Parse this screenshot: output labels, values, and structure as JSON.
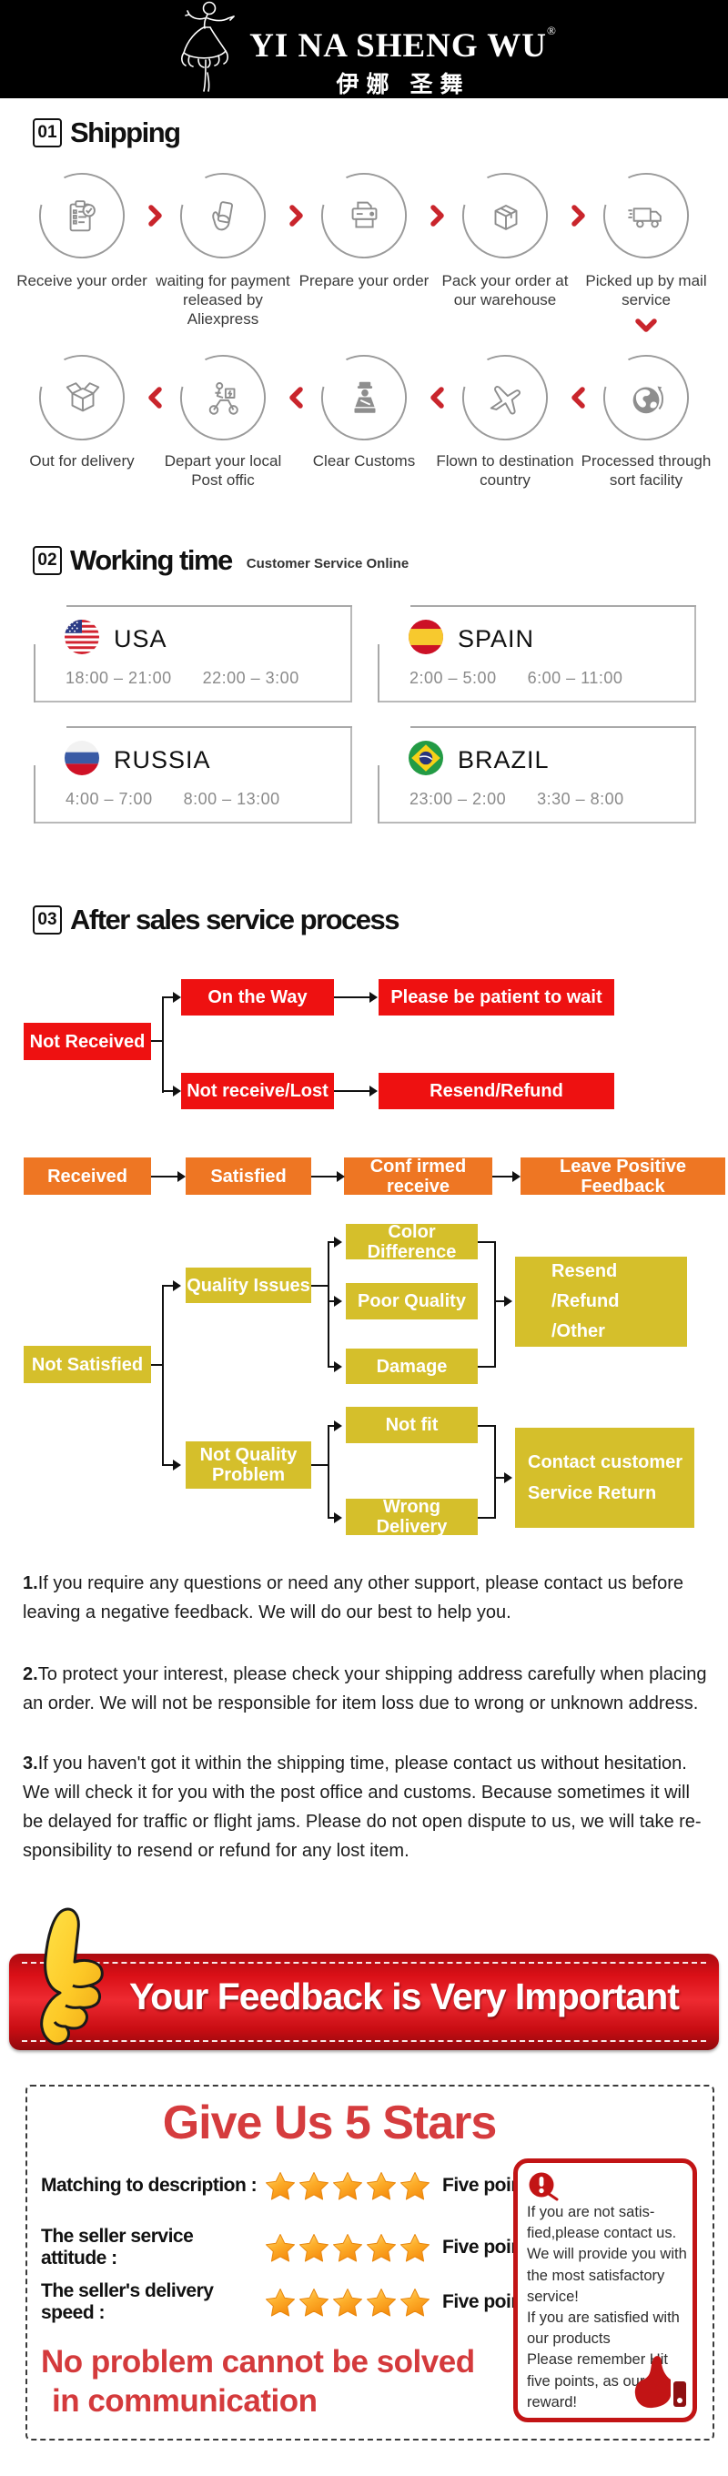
{
  "header": {
    "brand": "YI NA SHENG WU",
    "registered": "®",
    "brand_cn": "伊娜 圣舞"
  },
  "sections": {
    "shipping": {
      "num": "01",
      "title": "Shipping"
    },
    "working": {
      "num": "02",
      "title": "Working time",
      "subtitle": "Customer Service Online"
    },
    "after_sales": {
      "num": "03",
      "title": "After sales service process"
    }
  },
  "shipping": {
    "row1": [
      {
        "label": "Receive your order",
        "icon": "order-checklist-icon"
      },
      {
        "label": "waiting for payment released by Aliexpress",
        "icon": "payment-hand-card-icon"
      },
      {
        "label": "Prepare your order",
        "icon": "printer-icon"
      },
      {
        "label": "Pack your order at our warehouse",
        "icon": "package-box-icon"
      },
      {
        "label": "Picked up by mail service",
        "icon": "delivery-truck-icon"
      }
    ],
    "row2": [
      {
        "label": "Out  for delivery",
        "icon": "open-box-icon"
      },
      {
        "label": "Depart your local Post offic",
        "icon": "courier-scooter-icon"
      },
      {
        "label": "Clear Customs",
        "icon": "customs-officer-icon"
      },
      {
        "label": "Flown to destination country",
        "icon": "airplane-icon"
      },
      {
        "label": "Processed through sort facility",
        "icon": "globe-icon"
      }
    ]
  },
  "working_time": [
    {
      "country": "USA",
      "time1": "18:00 – 21:00",
      "time2": "22:00 – 3:00"
    },
    {
      "country": "SPAIN",
      "time1": "2:00 – 5:00",
      "time2": "6:00 – 11:00"
    },
    {
      "country": "RUSSIA",
      "time1": "4:00 – 7:00",
      "time2": "8:00 – 13:00"
    },
    {
      "country": "BRAZIL",
      "time1": "23:00 – 2:00",
      "time2": "3:30 – 8:00"
    }
  ],
  "flow": {
    "not_received": "Not Received",
    "on_the_way": "On the Way",
    "please_wait": "Please be patient to wait",
    "not_receive_lost": "Not receive/Lost",
    "resend_refund": "Resend/Refund",
    "received": "Received",
    "satisfied": "Satisfied",
    "confirmed_receive": "Conf irmed receive",
    "leave_feedback": "Leave Positive Feedback",
    "not_satisfied": "Not Satisfied",
    "quality_issues": "Quality Issues",
    "color_difference": "Color Difference",
    "poor_quality": "Poor Quality",
    "damage": "Damage",
    "resend_refund_other": "Resend /Refund /Other",
    "not_quality_problem": "Not Quality Problem",
    "not_fit": "Not fit",
    "wrong_delivery": "Wrong Delivery",
    "contact_customer": "Contact customer Service Return"
  },
  "notes": [
    {
      "num": "1.",
      "text": "If you require any questions or need any other support, please contact us before leaving a negative feedback. We will do our best to help you."
    },
    {
      "num": "2.",
      "text": "To protect your interest, please check your shipping address carefully when placing an order. We will not be responsible for item loss due to wrong or unknown address."
    },
    {
      "num": "3.",
      "text": "If you haven't got it within the shipping time, please contact us without hesitation. We will check it for you with the post office and customs. Because sometimes it will be delayed for traffic or flight jams. Please do not open dispute to us, we will take re-sponsibility to resend or refund for any lost item."
    }
  ],
  "banner": {
    "text": "Your Feedback is Very Important"
  },
  "stars": {
    "title": "Give Us 5 Stars",
    "rows": [
      {
        "label": "Matching to description :",
        "stars": 5,
        "suffix": "Five points"
      },
      {
        "label": "The seller service attitude :",
        "stars": 5,
        "suffix": "Five points"
      },
      {
        "label": "The seller's delivery speed :",
        "stars": 5,
        "suffix": "Five points"
      }
    ],
    "slogan_line1": "No problem cannot be solved",
    "slogan_line2": "in communication",
    "info_lines": [
      "If you are not satis-",
      "fied,please contact us.",
      "We will provide you with",
      "the most satisfactory",
      "service!",
      "If you are satisfied with",
      "our products",
      "Please remember Hit",
      "five points, as our",
      "reward!"
    ]
  },
  "colors": {
    "flow_red": "#ee1111",
    "flow_orange": "#ee7623",
    "flow_yellow": "#d5bf2b",
    "banner_red": "#d90f16",
    "accent_red": "#d53c3e",
    "icon_gray": "#8e8e8e"
  }
}
